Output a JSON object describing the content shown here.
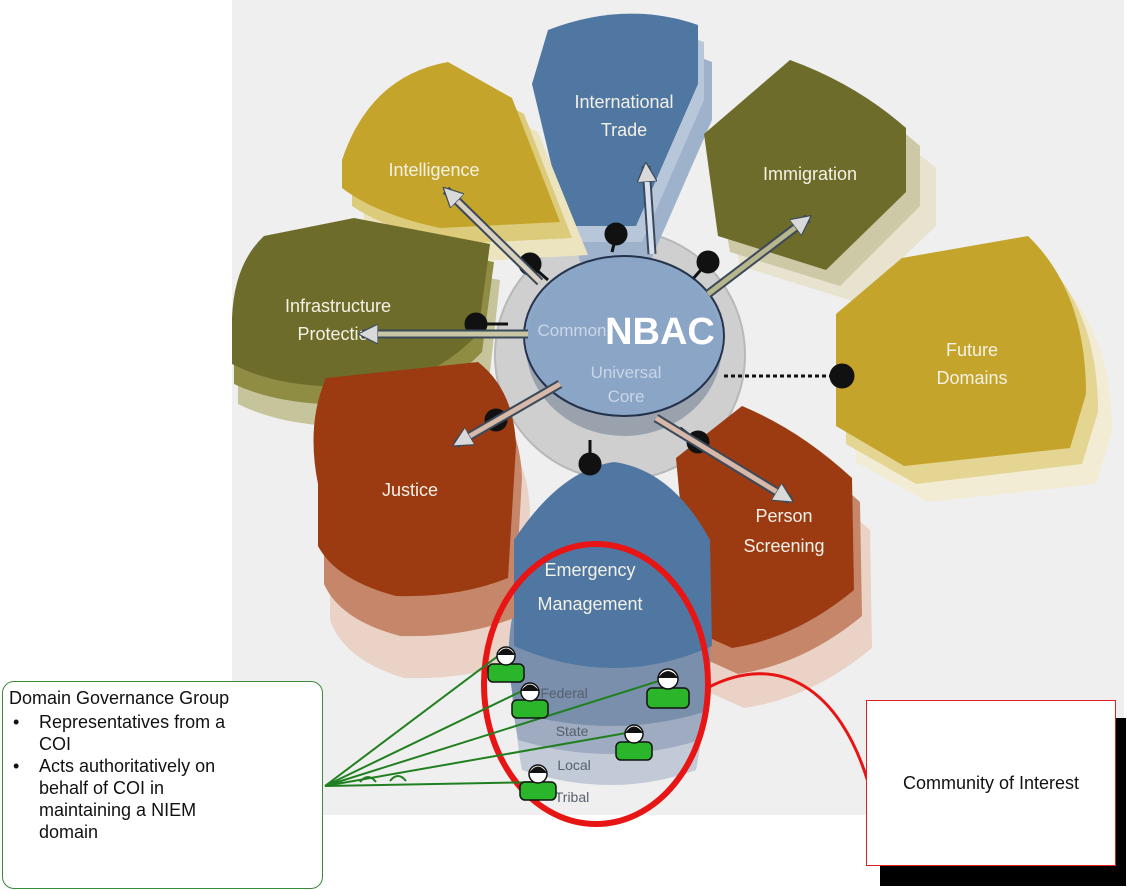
{
  "hub": {
    "title": "NBAC",
    "common_label": "Common",
    "universal_label": "Universal",
    "core_label": "Core"
  },
  "domains": {
    "international_trade": [
      "International",
      "Trade"
    ],
    "immigration": [
      "Immigration"
    ],
    "intelligence": [
      "Intelligence"
    ],
    "infrastructure": [
      "Infrastructure",
      "Protection"
    ],
    "future": [
      "Future",
      "Domains"
    ],
    "justice": [
      "Justice"
    ],
    "person_screening": [
      "Person",
      "Screening"
    ],
    "emergency": [
      "Emergency",
      "Management"
    ]
  },
  "tiers": [
    "Federal",
    "State",
    "Local",
    "Tribal"
  ],
  "colors": {
    "blue": "#4f77a2",
    "gold": "#c4a42a",
    "olive": "#6e6c2a",
    "rust": "#9c3a12",
    "hub": "#8aa6c8",
    "highlight": "#e81515",
    "connector": "#208020",
    "person": "#2ab52a"
  },
  "governance": {
    "title": "Domain Governance Group",
    "bullets": [
      [
        "Representatives from a",
        "COI"
      ],
      [
        "Acts authoritatively on",
        "behalf of COI in",
        "maintaining a NIEM",
        "domain"
      ]
    ]
  },
  "community": {
    "label": "Community of Interest"
  },
  "icons": [
    "person-icon",
    "arrow-icon",
    "bullet-icon"
  ]
}
